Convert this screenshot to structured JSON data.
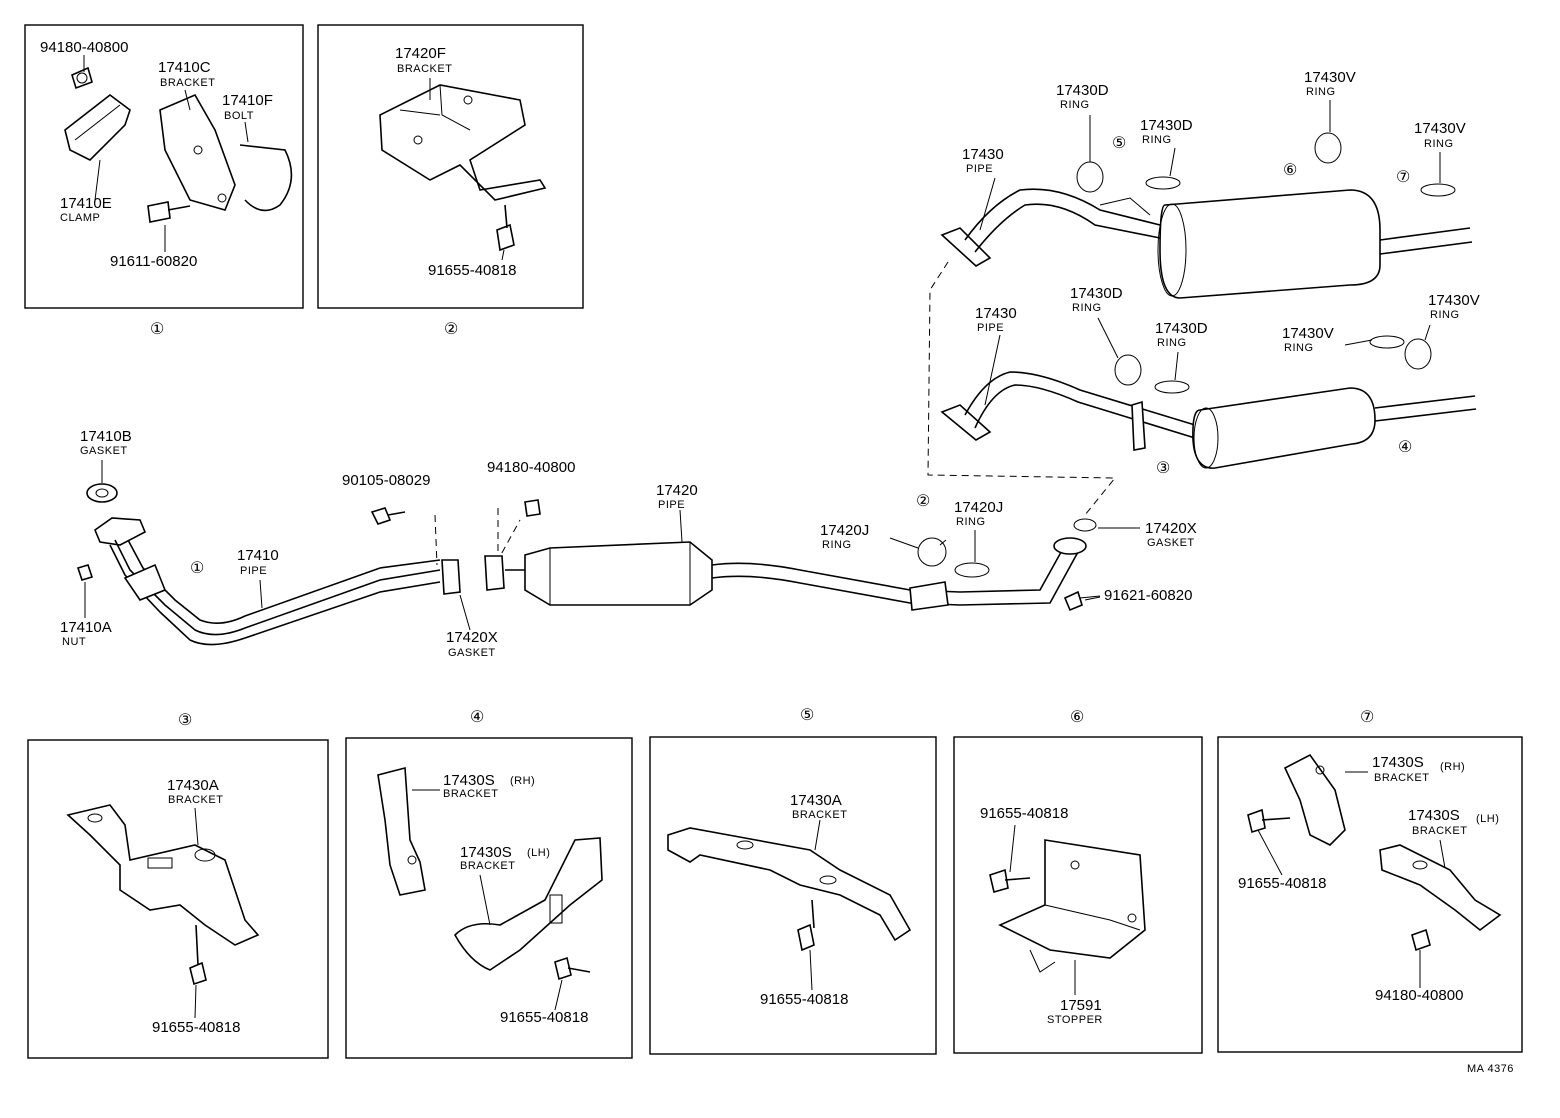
{
  "diagram_code": "MA 4376",
  "callout_marks": [
    "①",
    "②",
    "③",
    "④",
    "⑤",
    "⑥",
    "⑦"
  ],
  "detail1": {
    "nut_part": "94180-40800",
    "bracket_part": "17410C",
    "bracket_name": "BRACKET",
    "bolt_part": "17410F",
    "bolt_name": "BOLT",
    "clamp_part": "17410E",
    "clamp_name": "CLAMP",
    "screw_part": "91611-60820"
  },
  "detail2": {
    "bracket_part": "17420F",
    "bracket_name": "BRACKET",
    "screw_part": "91655-40818"
  },
  "upper_tail": {
    "pipe_part": "17430",
    "pipe_name": "PIPE",
    "ring1_part": "17430D",
    "ring1_name": "RING",
    "ring2_part": "17430D",
    "ring2_name": "RING",
    "ring3_part": "17430V",
    "ring3_name": "RING",
    "ring4_part": "17430V",
    "ring4_name": "RING"
  },
  "lower_tail": {
    "pipe_part": "17430",
    "pipe_name": "PIPE",
    "ring1_part": "17430D",
    "ring1_name": "RING",
    "ring2_part": "17430D",
    "ring2_name": "RING",
    "ring3_part": "17430V",
    "ring3_name": "RING",
    "ring4_part": "17430V",
    "ring4_name": "RING"
  },
  "main": {
    "gasket_b_part": "17410B",
    "gasket_b_name": "GASKET",
    "nut_a_part": "17410A",
    "nut_a_name": "NUT",
    "pipe1_part": "17410",
    "pipe1_name": "PIPE",
    "bolt_part": "90105-08029",
    "nut_part": "94180-40800",
    "gasket_x1_part": "17420X",
    "gasket_x1_name": "GASKET",
    "pipe2_part": "17420",
    "pipe2_name": "PIPE",
    "ring_j1_part": "17420J",
    "ring_j1_name": "RING",
    "ring_j2_part": "17420J",
    "ring_j2_name": "RING",
    "gasket_x2_part": "17420X",
    "gasket_x2_name": "GASKET",
    "screw_part": "91621-60820"
  },
  "detail3": {
    "bracket_part": "17430A",
    "bracket_name": "BRACKET",
    "screw_part": "91655-40818"
  },
  "detail4": {
    "bracket_rh_part": "17430S",
    "bracket_rh_side": "(RH)",
    "bracket_rh_name": "BRACKET",
    "bracket_lh_part": "17430S",
    "bracket_lh_side": "(LH)",
    "bracket_lh_name": "BRACKET",
    "screw_part": "91655-40818"
  },
  "detail5": {
    "bracket_part": "17430A",
    "bracket_name": "BRACKET",
    "screw_part": "91655-40818"
  },
  "detail6": {
    "screw_part": "91655-40818",
    "stopper_part": "17591",
    "stopper_name": "STOPPER"
  },
  "detail7": {
    "bracket_rh_part": "17430S",
    "bracket_rh_side": "(RH)",
    "bracket_rh_name": "BRACKET",
    "bracket_lh_part": "17430S",
    "bracket_lh_side": "(LH)",
    "bracket_lh_name": "BRACKET",
    "screw_part": "91655-40818",
    "nut_part": "94180-40800"
  }
}
